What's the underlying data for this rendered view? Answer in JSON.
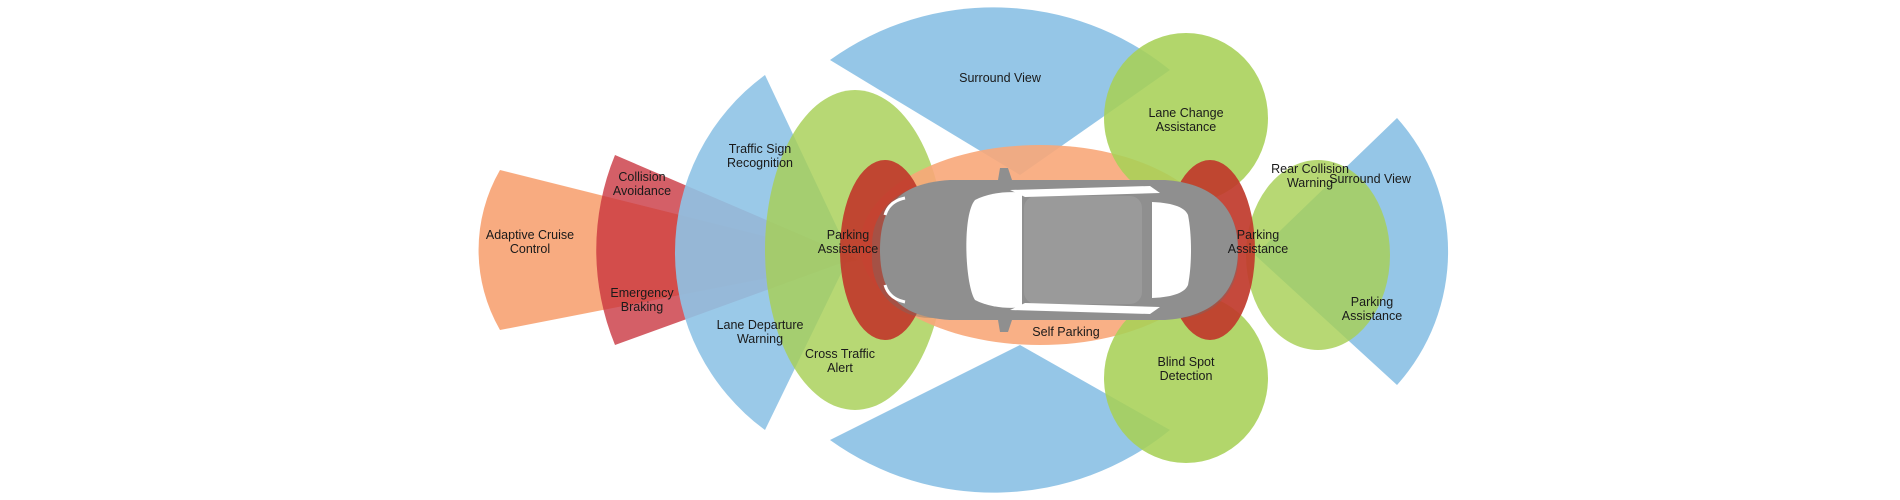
{
  "colors": {
    "blue": "#8fc3e6",
    "green": "#a7d056",
    "orange": "#f8a779",
    "red": "#c8323c",
    "parking_red": "#c0392b",
    "car_body": "#8f8f8f",
    "car_glass": "#ffffff"
  },
  "labels": {
    "adaptive_cruise_control": [
      "Adaptive Cruise",
      "Control"
    ],
    "collision_avoidance": [
      "Collision",
      "Avoidance"
    ],
    "emergency_braking": [
      "Emergency",
      "Braking"
    ],
    "traffic_sign_recognition": [
      "Traffic Sign",
      "Recognition"
    ],
    "lane_departure_warning": [
      "Lane Departure",
      "Warning"
    ],
    "cross_traffic_alert": [
      "Cross Traffic",
      "Alert"
    ],
    "parking_assistance_front": [
      "Parking",
      "Assistance"
    ],
    "surround_view_top": [
      "Surround View"
    ],
    "self_parking": [
      "Self Parking"
    ],
    "lane_change_assistance": [
      "Lane Change",
      "Assistance"
    ],
    "blind_spot_detection": [
      "Blind Spot",
      "Detection"
    ],
    "rear_collision_warning": [
      "Rear Collision",
      "Warning"
    ],
    "parking_assistance_rear": [
      "Parking",
      "Assistance"
    ],
    "surround_view_right": [
      "Surround View"
    ],
    "parking_assistance_far_rear": [
      "Parking",
      "Assistance"
    ]
  }
}
